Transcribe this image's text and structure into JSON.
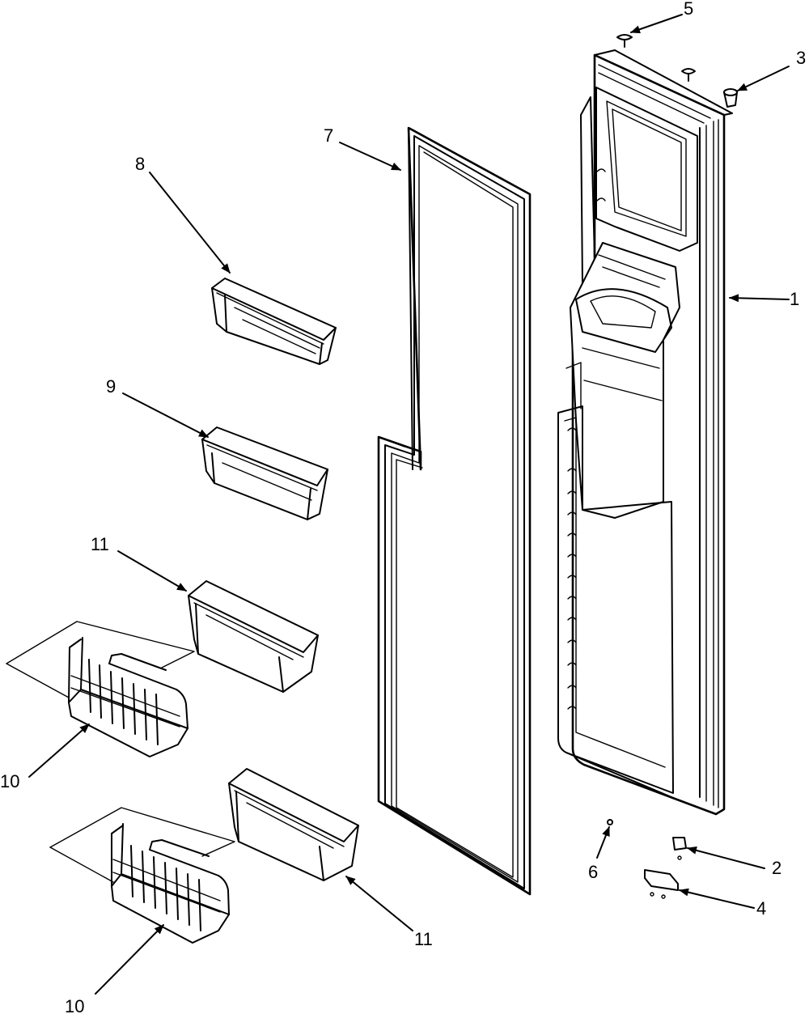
{
  "diagram": {
    "callouts": {
      "c1": "1",
      "c2": "2",
      "c3": "3",
      "c4": "4",
      "c5": "5",
      "c6": "6",
      "c7": "7",
      "c8": "8",
      "c9": "9",
      "c10a": "10",
      "c10b": "10",
      "c11a": "11",
      "c11b": "11"
    }
  }
}
